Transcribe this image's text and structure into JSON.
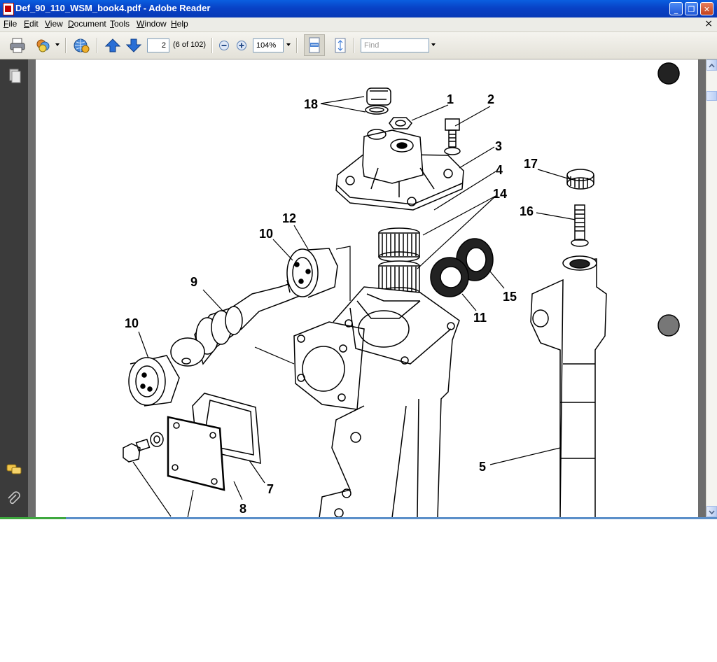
{
  "window": {
    "title": "Def_90_110_WSM_book4.pdf - Adobe Reader",
    "controls": {
      "minimize": "_",
      "maximize": "❐",
      "close": "✕"
    }
  },
  "menubar": {
    "items": [
      {
        "label": "File",
        "u": "F",
        "rest": "ile"
      },
      {
        "label": "Edit",
        "u": "E",
        "rest": "dit"
      },
      {
        "label": "View",
        "u": "V",
        "rest": "iew"
      },
      {
        "label": "Document",
        "u": "D",
        "rest": "ocument"
      },
      {
        "label": "Tools",
        "u": "T",
        "rest": "ools"
      },
      {
        "label": "Window",
        "u": "W",
        "rest": "indow"
      },
      {
        "label": "Help",
        "u": "H",
        "rest": "elp"
      }
    ],
    "doc_close": "×"
  },
  "toolbar": {
    "page_number": "2",
    "page_info": "(6 of 102)",
    "zoom_value": "104%",
    "find_placeholder": "Find"
  },
  "diagram": {
    "callouts": [
      "1",
      "2",
      "3",
      "4",
      "5",
      "7",
      "8",
      "9",
      "10",
      "10",
      "11",
      "12",
      "14",
      "15",
      "16",
      "17",
      "18"
    ]
  },
  "colors": {
    "titlebar": "#0842c6",
    "menubar": "#ecece7",
    "toolbar": "#e3e1d8",
    "left_panel": "#3b3b3b",
    "page_bg": "#6d6d6d",
    "accent_icon": "#2a6fd6"
  },
  "icons": {
    "print": "printer-icon",
    "layers": "layers-icon",
    "comments_globe": "globe-comments-icon",
    "prev": "arrow-up-icon",
    "next": "arrow-down-icon",
    "zoom_out": "zoom-out-icon",
    "zoom_in": "zoom-in-icon",
    "fit_width": "fit-width-icon",
    "fit_page": "fit-page-icon",
    "pages": "pages-icon",
    "comments": "comments-icon",
    "attachments": "paperclip-icon"
  }
}
